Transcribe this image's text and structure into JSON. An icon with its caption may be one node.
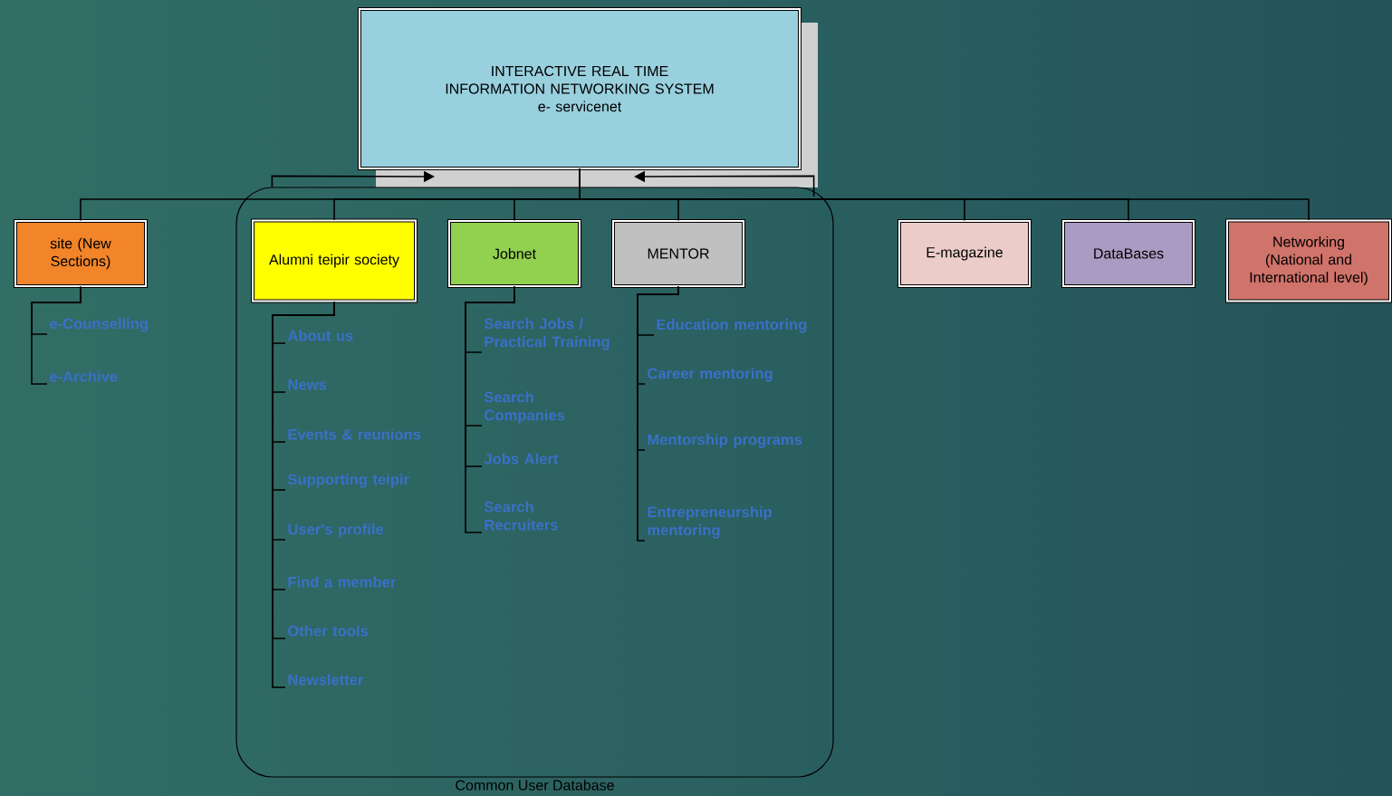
{
  "diagram": {
    "nodes": [
      {
        "text": [
          "INTERACTIVE REAL TIME  INFORMATION NETWORKING SYSTEM",
          "e- servicenet"
        ]
      },
      {
        "text": [
          "Common User Database"
        ]
      },
      {
        "text": [
          "site (New Sections)"
        ]
      },
      {
        "text": [
          "Alumni teipir society"
        ],
        "in": 1
      },
      {
        "text": [
          "Jobnet"
        ],
        "in": 1
      },
      {
        "text": [
          "MENTOR"
        ],
        "in": 1
      },
      {
        "text": [
          "E-magazine"
        ]
      },
      {
        "text": [
          "DataBases"
        ]
      },
      {
        "text": [
          "Networking (National and International level)"
        ]
      },
      {
        "text": [
          "e-Counselling"
        ]
      },
      {
        "text": [
          "e-Archive"
        ]
      },
      {
        "text": [
          "About us"
        ],
        "in": 1
      },
      {
        "text": [
          "News"
        ],
        "in": 1
      },
      {
        "text": [
          "Events & reunions"
        ],
        "in": 1
      },
      {
        "text": [
          "Supporting teipir"
        ],
        "in": 1
      },
      {
        "text": [
          "User's profile"
        ],
        "in": 1
      },
      {
        "text": [
          "Find a member"
        ],
        "in": 1
      },
      {
        "text": [
          "Other tools"
        ],
        "in": 1
      },
      {
        "text": [
          "Newsletter"
        ],
        "in": 1
      },
      {
        "text": [
          "Search Jobs / Practical Training"
        ],
        "in": 1
      },
      {
        "text": [
          "Search Companies"
        ],
        "in": 1
      },
      {
        "text": [
          "Jobs Alert"
        ],
        "in": 1
      },
      {
        "text": [
          "Search Recruiters"
        ],
        "in": 1
      },
      {
        "text": [
          "Education mentoring"
        ],
        "in": 1
      },
      {
        "text": [
          "Career mentoring"
        ],
        "in": 1
      },
      {
        "text": [
          "Mentorship programs"
        ],
        "in": 1
      },
      {
        "text": [
          "Entrepreneurship mentoring"
        ],
        "in": 1
      }
    ],
    "edges": [
      {
        "from": 1,
        "to": 0,
        "arrow": "to"
      },
      {
        "from": 1,
        "to": 0,
        "arrow": "to"
      },
      {
        "from": 0,
        "to": 2,
        "arrow": "none"
      },
      {
        "from": 0,
        "to": 3,
        "arrow": "none"
      },
      {
        "from": 0,
        "to": 4,
        "arrow": "none"
      },
      {
        "from": 0,
        "to": 5,
        "arrow": "none"
      },
      {
        "from": 0,
        "to": 6,
        "arrow": "none"
      },
      {
        "from": 0,
        "to": 7,
        "arrow": "none"
      },
      {
        "from": 0,
        "to": 8,
        "arrow": "none"
      },
      {
        "from": 2,
        "to": 9,
        "arrow": "none"
      },
      {
        "from": 2,
        "to": 10,
        "arrow": "none"
      },
      {
        "from": 3,
        "to": 11,
        "arrow": "none"
      },
      {
        "from": 3,
        "to": 12,
        "arrow": "none"
      },
      {
        "from": 3,
        "to": 13,
        "arrow": "none"
      },
      {
        "from": 3,
        "to": 14,
        "arrow": "none"
      },
      {
        "from": 3,
        "to": 15,
        "arrow": "none"
      },
      {
        "from": 3,
        "to": 16,
        "arrow": "none"
      },
      {
        "from": 3,
        "to": 17,
        "arrow": "none"
      },
      {
        "from": 3,
        "to": 18,
        "arrow": "none"
      },
      {
        "from": 4,
        "to": 19,
        "arrow": "none"
      },
      {
        "from": 4,
        "to": 20,
        "arrow": "none"
      },
      {
        "from": 4,
        "to": 21,
        "arrow": "none"
      },
      {
        "from": 4,
        "to": 22,
        "arrow": "none"
      },
      {
        "from": 5,
        "to": 23,
        "arrow": "none"
      },
      {
        "from": 5,
        "to": 24,
        "arrow": "none"
      },
      {
        "from": 5,
        "to": 25,
        "arrow": "none"
      },
      {
        "from": 5,
        "to": 26,
        "arrow": "none"
      }
    ]
  }
}
